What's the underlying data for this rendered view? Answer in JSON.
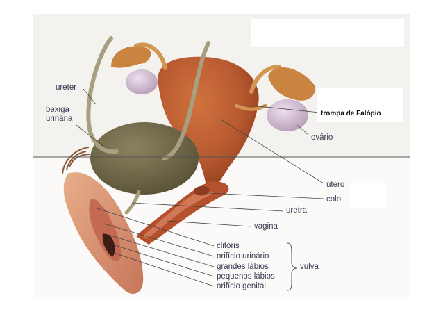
{
  "labels": {
    "ureter": "ureter",
    "bexiga": "bexiga\nurinária",
    "trompa": "trompa de Falópio",
    "ovario": "ovário",
    "utero": "útero",
    "colo": "colo",
    "uretra": "uretra",
    "vagina": "vagina",
    "clitoris": "clitóris",
    "orificio_urinario": "orifício urinário",
    "grandes_labios": "grandes lábios",
    "pequenos_labios": "pequenos lábios",
    "orificio_genital": "orifício genital",
    "vulva": "vulva"
  },
  "colors": {
    "label_text": "#3c3a52",
    "uterus": "#b9572f",
    "bladder": "#6e6646",
    "ovary": "#cdb6cf",
    "tube": "#d69a56"
  }
}
